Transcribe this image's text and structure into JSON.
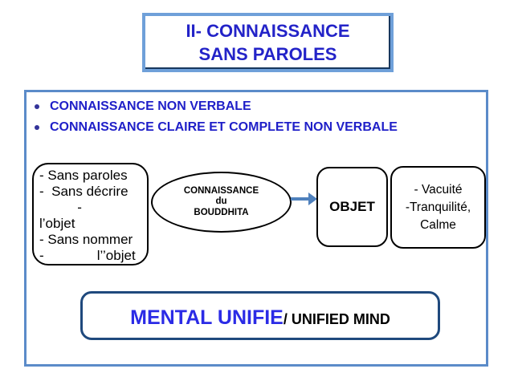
{
  "colors": {
    "title_blue": "#2323C8",
    "bullet_blue": "#1F1FC8",
    "bullet_dot_navy": "#333399",
    "bright_blue": "#2B2BE6",
    "box_border_blue": "#5B8BC9",
    "title_border_blue": "#6FA0D9",
    "title_shadow_navy": "#17375E",
    "bottom_border_navy": "#1F497D",
    "arrow_blue": "#4F81BD",
    "shape_border_black": "#000000"
  },
  "title": {
    "line1": "II- CONNAISSANCE",
    "line2": "SANS PAROLES"
  },
  "bullets": [
    "CONNAISSANCE NON VERBALE",
    "CONNAISSANCE CLAIRE ET COMPLETE NON VERBALE"
  ],
  "left_box": {
    "lines": [
      "- Sans paroles",
      "-  Sans décrire",
      "          -",
      "l’objet",
      "- Sans nommer",
      "-              l’’objet"
    ]
  },
  "ellipse": {
    "lines": [
      "CONNAISSANCE",
      "du",
      "BOUDDHITA"
    ]
  },
  "objet": {
    "label": "OBJET"
  },
  "vacuite": {
    "lines": [
      "- Vacuité",
      "-Tranquilité,",
      "Calme"
    ]
  },
  "bottom": {
    "primary": "MENTAL UNIFIE",
    "secondary": "/ UNIFIED MIND"
  }
}
